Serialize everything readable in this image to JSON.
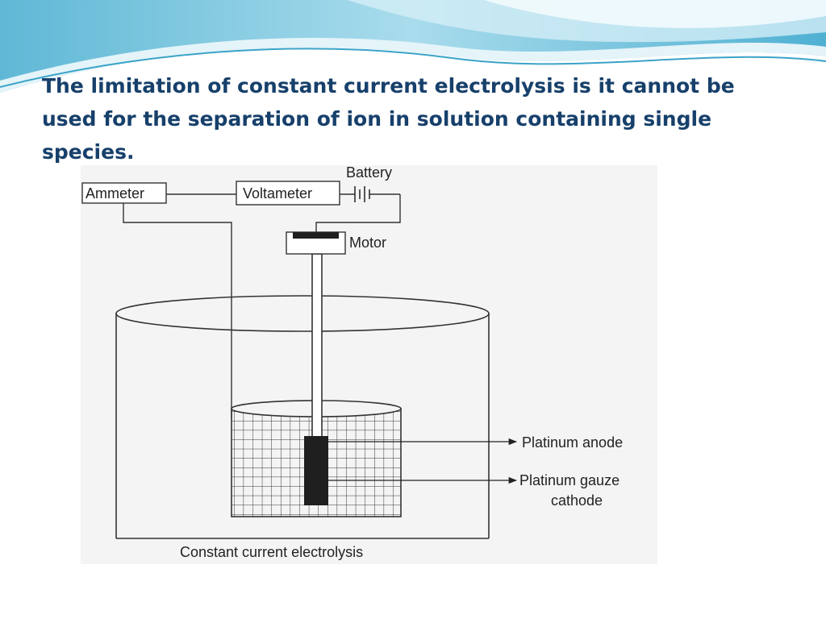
{
  "slide": {
    "title": "The limitation of constant current electrolysis is it cannot be used for the separation of ion in solution containing single species."
  },
  "diagram": {
    "labels": {
      "ammeter": "Ammeter",
      "voltameter": "Voltameter",
      "battery": "Battery",
      "motor": "Motor",
      "anode": "Platinum anode",
      "cathode_line1": "Platinum gauze",
      "cathode_line2": "cathode",
      "caption": "Constant current electrolysis"
    }
  },
  "colors": {
    "title": "#17406b",
    "wave_light": "#cfe9f2",
    "wave_mid": "#8fd0e4",
    "wave_dark": "#3aa3c8",
    "figure_bg": "#f4f4f4",
    "ink": "#333333"
  }
}
